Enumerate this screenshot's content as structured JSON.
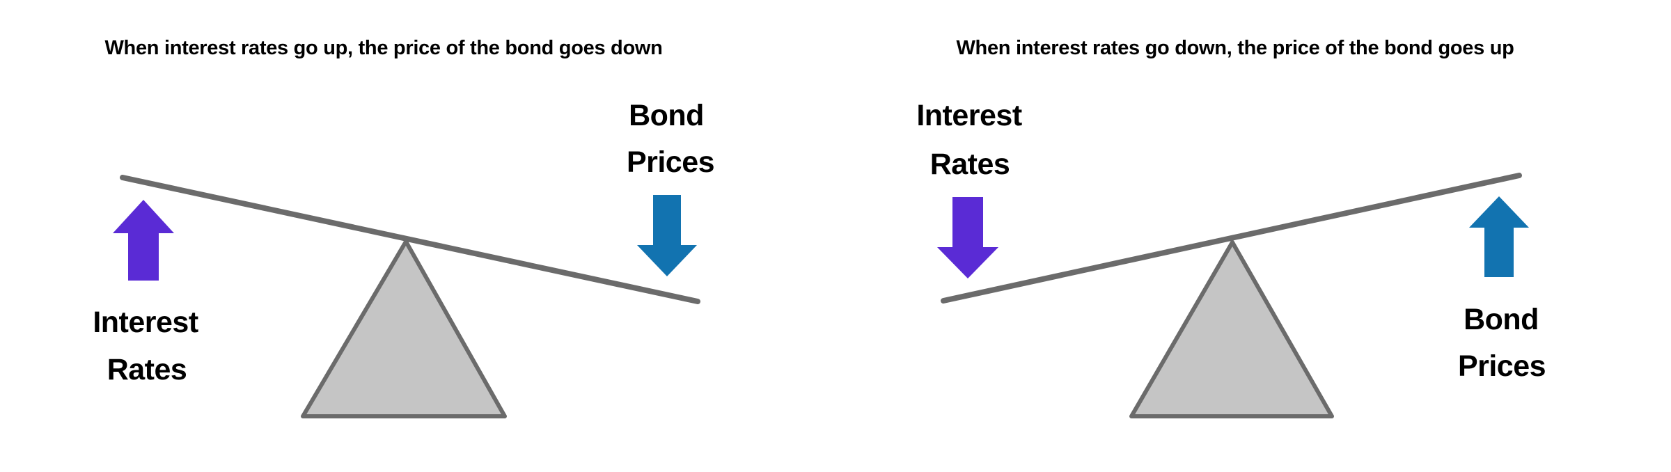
{
  "colors": {
    "background": "#FFFFFF",
    "interest_arrow_purple": "#5A2BD5",
    "bond_arrow_blue": "#1273B0",
    "beam_gray": "#6B6B6B",
    "fulcrum_fill": "#C5C5C5",
    "fulcrum_stroke": "#6B6B6B",
    "text": "#000000"
  },
  "left_panel": {
    "title": "When interest rates go up, the price of the bond goes down",
    "interest_label": {
      "line1": "Interest",
      "line2": "Rates"
    },
    "bond_label": {
      "line1": "Bond",
      "line2": "Prices"
    },
    "interest_arrow_direction": "up",
    "bond_arrow_direction": "down",
    "seesaw_tilt": "left-side-up"
  },
  "right_panel": {
    "title": "When interest rates go down, the price of the bond goes up",
    "interest_label": {
      "line1": "Interest",
      "line2": "Rates"
    },
    "bond_label": {
      "line1": "Bond",
      "line2": "Prices"
    },
    "interest_arrow_direction": "down",
    "bond_arrow_direction": "up",
    "seesaw_tilt": "right-side-up"
  }
}
